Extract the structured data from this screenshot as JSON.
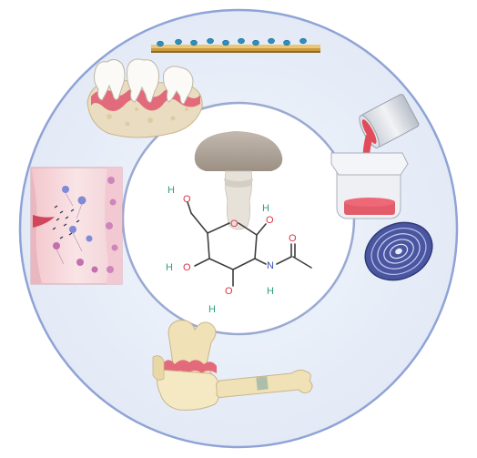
{
  "figure": {
    "center": {
      "subject": "N-acetylglucosamine structure with mushroom",
      "atom_labels": {
        "h_top": "H",
        "o_top": "O",
        "o_ring": "O",
        "h_anomeric": "H",
        "o_anomeric": "O",
        "h_c4": "H",
        "o_c4": "O",
        "h_nh": "H",
        "n_amide": "N",
        "o_carbonyl": "O",
        "o_c3": "O",
        "h_c3": "H"
      }
    },
    "panels": [
      {
        "id": "coating",
        "icon": "drug-coating-icon"
      },
      {
        "id": "dental",
        "icon": "teeth-gum-icon"
      },
      {
        "id": "materials",
        "icon": "pouring-container-icon"
      },
      {
        "id": "fiber",
        "icon": "fiber-roll-icon"
      },
      {
        "id": "skin",
        "icon": "skin-wound-icon"
      },
      {
        "id": "bone",
        "icon": "bone-joint-icon"
      }
    ],
    "colors": {
      "outer_ring": "#8fa3d6",
      "outer_fill": "#e9eff9",
      "inner_ring": "#9aa9d2",
      "gum": "#e26a7a",
      "bone": "#f0e2b6",
      "accent_blue": "#4a9fd0",
      "ink": "#3e3e3e",
      "oxygen": "#dc3545",
      "nitrogen": "#3a4fb3",
      "hydrogen": "#2f9e7a"
    }
  }
}
